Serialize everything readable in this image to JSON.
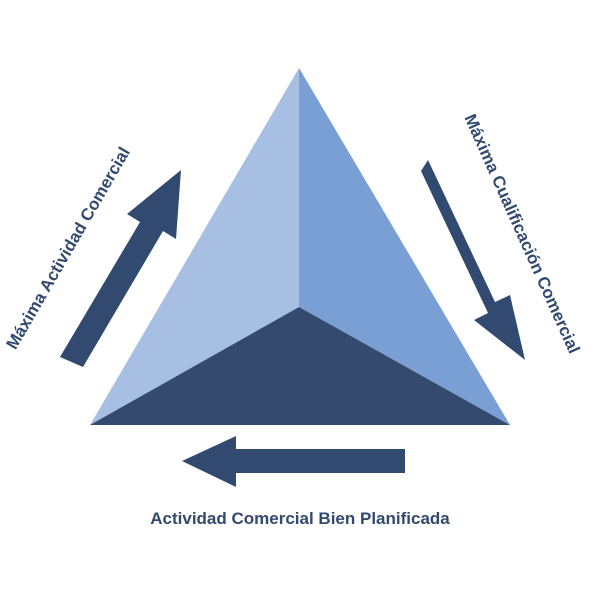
{
  "diagram": {
    "colors": {
      "face_left": "#a8bfe4",
      "face_right": "#7a9fd4",
      "face_bottom": "#344a6e",
      "arrow": "#324a6f",
      "text": "#324a6f",
      "background": "#ffffff"
    },
    "labels": {
      "left": "Máxima Actividad Comercial",
      "right": "Máxima Cualificación Comercial",
      "bottom": "Actividad Comercial Bien Planificada"
    }
  }
}
